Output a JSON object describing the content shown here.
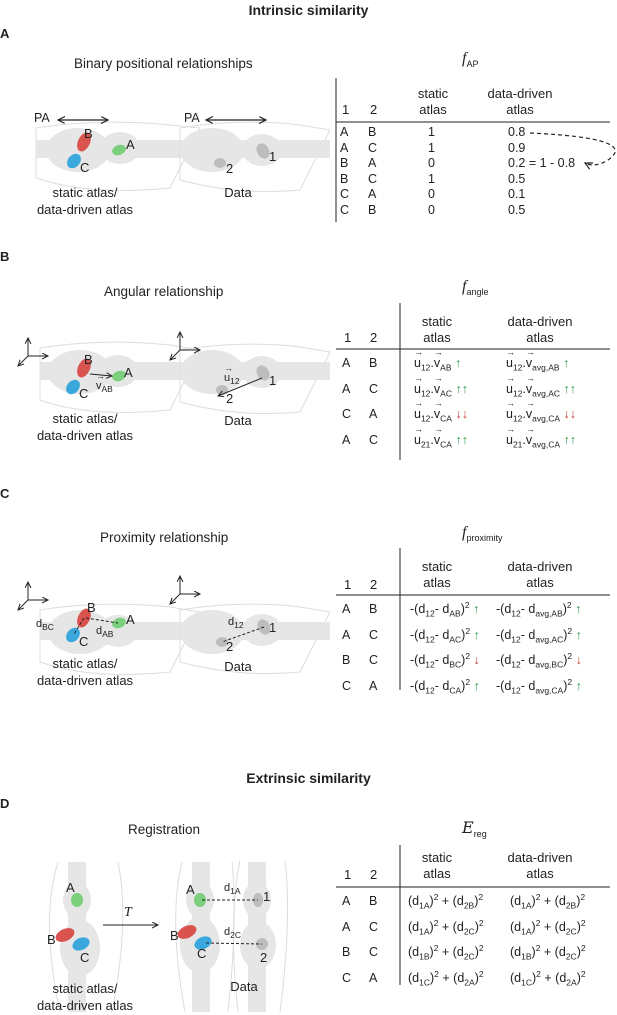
{
  "headers": {
    "intrinsic": "Intrinsic similarity",
    "extrinsic": "Extrinsic similarity"
  },
  "panels": {
    "A": {
      "letter": "A",
      "title": "Binary positional relationships",
      "fn": "f",
      "fn_sub": "AP",
      "pa": "PA",
      "labels": [
        "B",
        "A",
        "C"
      ],
      "data_labels": [
        "1",
        "2"
      ],
      "cap_left_1": "static atlas/",
      "cap_left_2": "data-driven atlas",
      "cap_right": "Data",
      "col1": "1",
      "col2": "2",
      "static_1": "static",
      "static_2": "atlas",
      "dd_1": "data-driven",
      "dd_2": "atlas",
      "rows": [
        {
          "a": "A",
          "b": "B",
          "s": "1",
          "d": "0.8"
        },
        {
          "a": "A",
          "b": "C",
          "s": "1",
          "d": "0.9"
        },
        {
          "a": "B",
          "b": "A",
          "s": "0",
          "d": "0.2 = 1 - 0.8"
        },
        {
          "a": "B",
          "b": "C",
          "s": "1",
          "d": "0.5"
        },
        {
          "a": "C",
          "b": "A",
          "s": "0",
          "d": "0.1"
        },
        {
          "a": "C",
          "b": "B",
          "s": "0",
          "d": "0.5"
        }
      ]
    },
    "B": {
      "letter": "B",
      "title": "Angular relationship",
      "fn": "f",
      "fn_sub": "angle",
      "cap_left_1": "static atlas/",
      "cap_left_2": "data-driven atlas",
      "cap_right": "Data",
      "col1": "1",
      "col2": "2",
      "static_1": "static",
      "static_2": "atlas",
      "dd_1": "data-driven",
      "dd_2": "atlas",
      "vab": "v",
      "vab_sub": "AB",
      "u12": "u",
      "u12_sub": "12",
      "rows": [
        {
          "a": "A",
          "b": "B"
        },
        {
          "a": "A",
          "b": "C"
        },
        {
          "a": "C",
          "b": "A"
        },
        {
          "a": "A",
          "b": "C"
        }
      ]
    },
    "C": {
      "letter": "C",
      "title": "Proximity relationship",
      "fn": "f",
      "fn_sub": "proximity",
      "cap_left_1": "static atlas/",
      "cap_left_2": "data-driven atlas",
      "cap_right": "Data",
      "col1": "1",
      "col2": "2",
      "static_1": "static",
      "static_2": "atlas",
      "dd_1": "data-driven",
      "dd_2": "atlas",
      "rows": [
        {
          "a": "A",
          "b": "B"
        },
        {
          "a": "A",
          "b": "C"
        },
        {
          "a": "B",
          "b": "C"
        },
        {
          "a": "C",
          "b": "A"
        }
      ]
    },
    "D": {
      "letter": "D",
      "title": "Registration",
      "fn": "E",
      "fn_sub": "reg",
      "transform": "T",
      "cap_left_1": "static atlas/",
      "cap_left_2": "data-driven atlas",
      "cap_right": "Data",
      "col1": "1",
      "col2": "2",
      "static_1": "static",
      "static_2": "atlas",
      "dd_1": "data-driven",
      "dd_2": "atlas",
      "rows": [
        {
          "a": "A",
          "b": "B"
        },
        {
          "a": "A",
          "b": "C"
        },
        {
          "a": "B",
          "b": "C"
        },
        {
          "a": "C",
          "b": "A"
        }
      ]
    }
  },
  "colors": {
    "red": "#d9534f",
    "green": "#7ccf7c",
    "blue": "#3aa8dc",
    "gray_cell": "#c8c8c8",
    "body": "#e6e6e6",
    "arrow_up": "#2a9d4b",
    "arrow_down": "#c0392b"
  }
}
